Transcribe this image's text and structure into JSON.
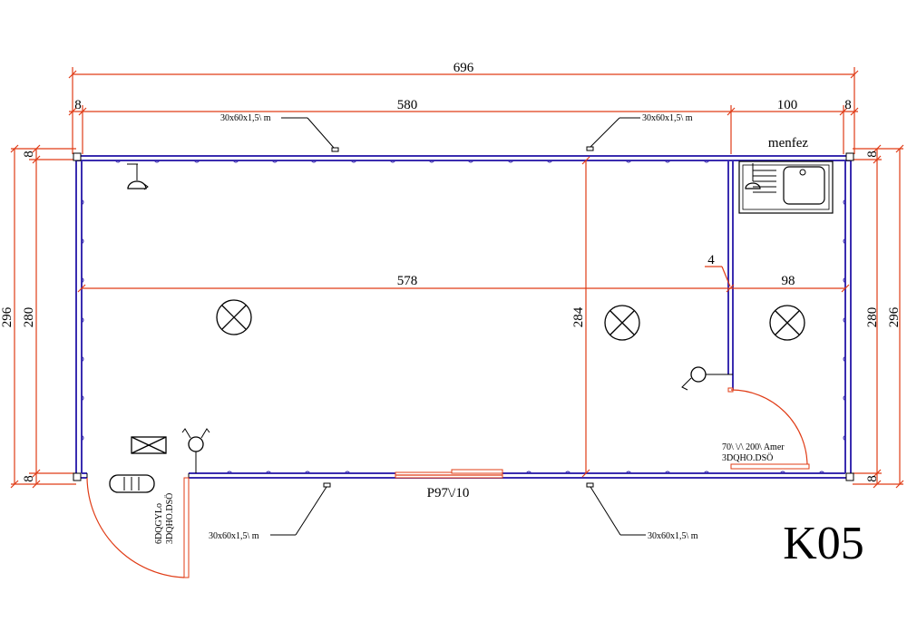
{
  "plan": {
    "code": "K05",
    "vent_label": "menfez",
    "window_label": "P97\\/10",
    "dimensions": {
      "total_width": "696",
      "main_width": "580",
      "side_width": "100",
      "edge": "8",
      "inner_main": "578",
      "inner_side": "98",
      "partition": "4",
      "inner_height": "284",
      "total_height": "296",
      "height": "280"
    },
    "profile_labels": [
      "30x60x1,5\\ m",
      "30x60x1,5\\ m",
      "30x60x1,5\\ m",
      "30x60x1,5\\ m"
    ],
    "main_door": {
      "line1": "6DQGYLo",
      "line2": "3DQHO.DSÖ"
    },
    "inner_door": {
      "line1": "70\\ \\/\\ 200\\ Amer",
      "line2": "3DQHO.DSÖ"
    },
    "colors": {
      "dimension": "#e03c16",
      "wall": "#3a2db0",
      "line": "#000000"
    }
  }
}
